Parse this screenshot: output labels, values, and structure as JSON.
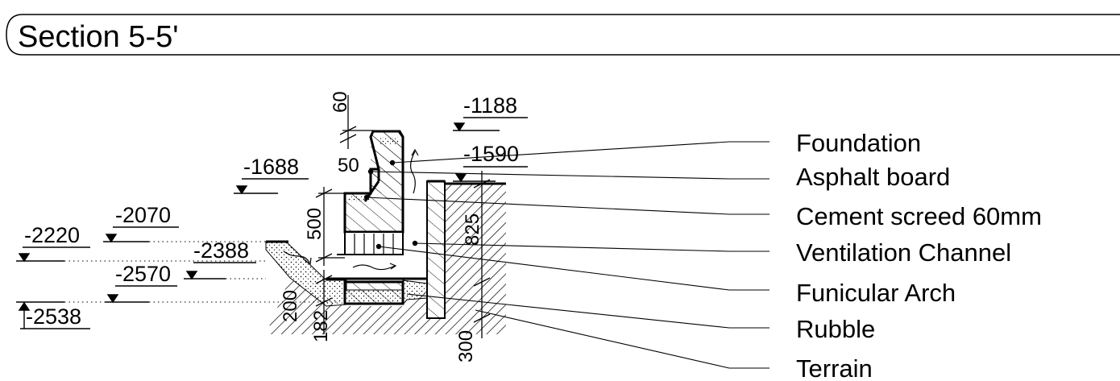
{
  "title": "Section 5-5'",
  "labels": [
    "Foundation",
    "Asphalt board",
    "Cement screed 60mm",
    "Ventilation Channel",
    "Funicular Arch",
    "Rubble",
    "Terrain"
  ],
  "elevations": {
    "e1188": "-1188",
    "e1590": "-1590",
    "e1688": "-1688",
    "e2070": "-2070",
    "e2220": "-2220",
    "e2388": "-2388",
    "e2570": "-2570",
    "e2538": "-2538"
  },
  "dimensions": {
    "d60": "60",
    "d50": "50",
    "d500": "500",
    "d825": "825",
    "d200": "200",
    "d182": "182",
    "d300": "300"
  }
}
